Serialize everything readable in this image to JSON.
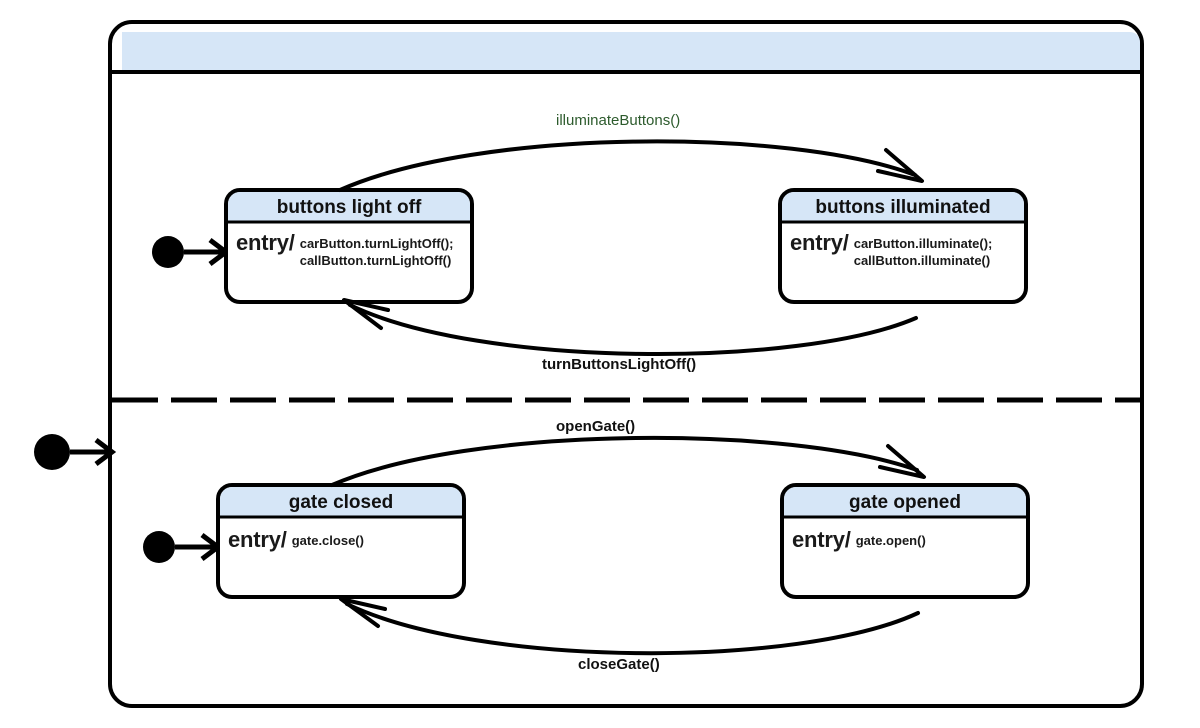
{
  "diagram": {
    "type": "uml-state-machine",
    "title": "",
    "colors": {
      "state_header_fill": "#d6e6f7",
      "state_body_fill": "#ffffff",
      "stroke": "#000000",
      "composite_header_fill": "#d6e6f7",
      "green_label": "#2d5b2d"
    },
    "composite": {
      "name": "composite-state",
      "header_label": "",
      "regions": [
        {
          "name": "buttons-region"
        },
        {
          "name": "gate-region"
        }
      ],
      "divider": "dashed"
    },
    "initial_nodes": [
      {
        "name": "initial-outer",
        "target": "composite-state"
      },
      {
        "name": "initial-buttons",
        "target": "buttons light off"
      },
      {
        "name": "initial-gate",
        "target": "gate closed"
      }
    ],
    "states": [
      {
        "id": "buttons-light-off",
        "title": "buttons light off",
        "entry_keyword": "entry/",
        "entry_actions": "carButton.turnLightOff();\ncallButton.turnLightOff()"
      },
      {
        "id": "buttons-illuminated",
        "title": "buttons illuminated",
        "entry_keyword": "entry/",
        "entry_actions": "carButton.illuminate();\ncallButton.illuminate()"
      },
      {
        "id": "gate-closed",
        "title": "gate closed",
        "entry_keyword": "entry/",
        "entry_actions": "gate.close()"
      },
      {
        "id": "gate-opened",
        "title": "gate opened",
        "entry_keyword": "entry/",
        "entry_actions": "gate.open()"
      }
    ],
    "transitions": [
      {
        "id": "t-illuminate",
        "label": "illuminateButtons()",
        "from": "buttons light off",
        "to": "buttons illuminated",
        "color": "#2d5b2d"
      },
      {
        "id": "t-turn-off",
        "label": "turnButtonsLightOff()",
        "from": "buttons illuminated",
        "to": "buttons light off",
        "color": "#111111"
      },
      {
        "id": "t-open-gate",
        "label": "openGate()",
        "from": "gate closed",
        "to": "gate opened",
        "color": "#111111"
      },
      {
        "id": "t-close-gate",
        "label": "closeGate()",
        "from": "gate opened",
        "to": "gate closed",
        "color": "#111111"
      }
    ]
  }
}
